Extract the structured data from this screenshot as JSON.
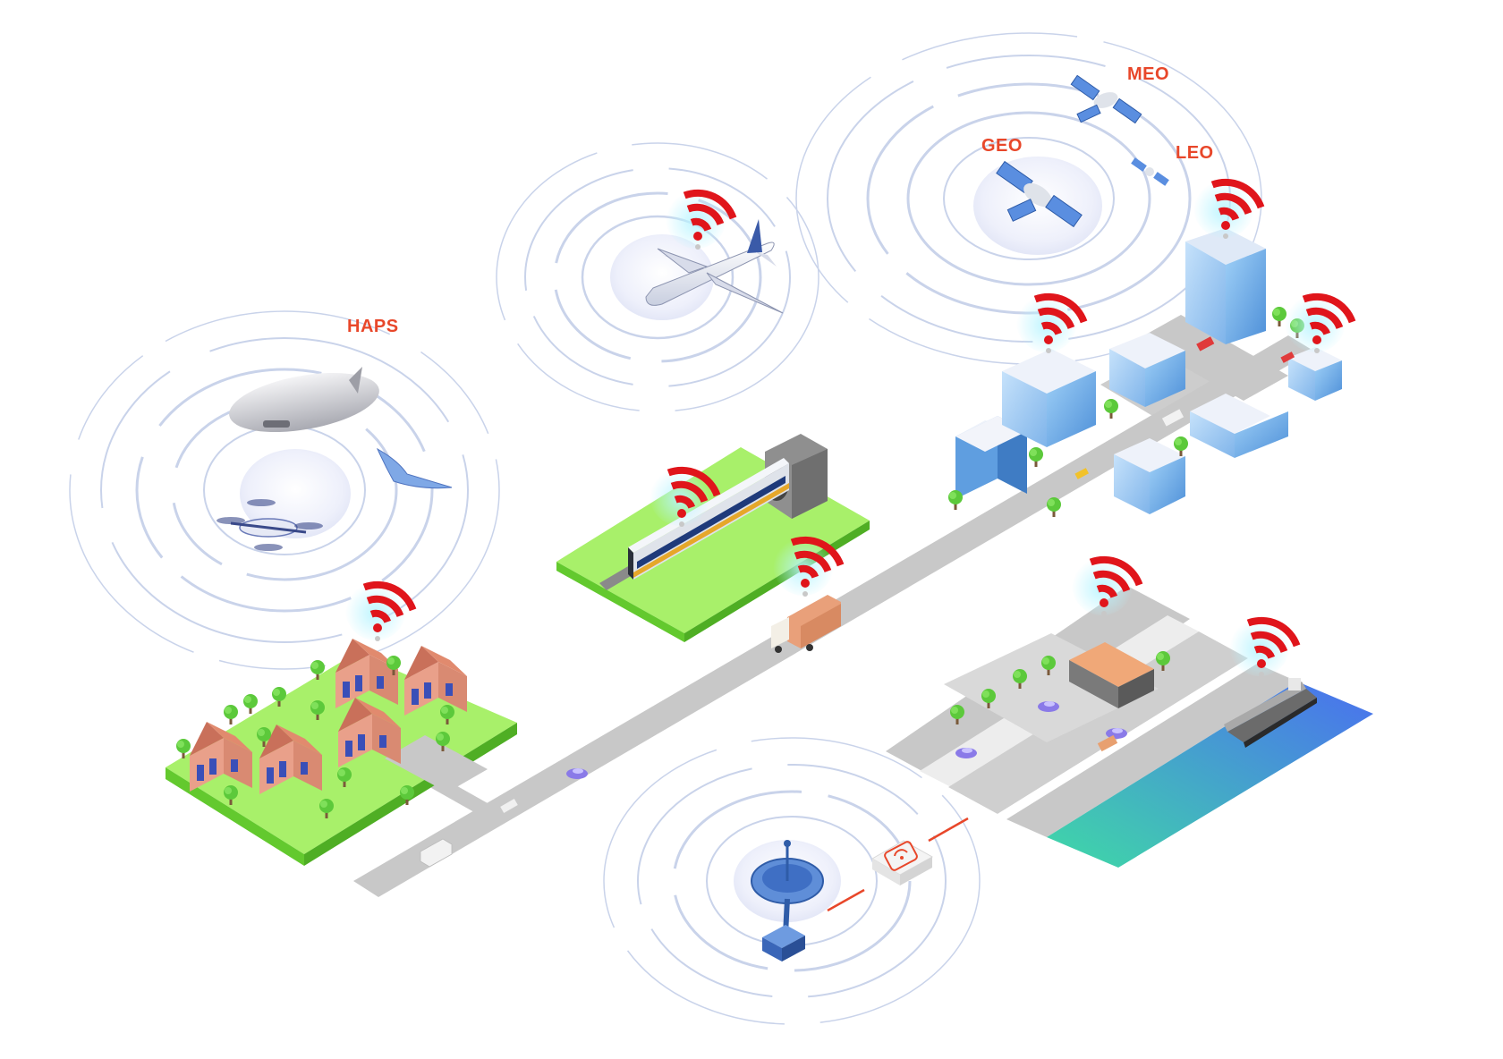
{
  "labels": {
    "haps": "HAPS",
    "meo": "MEO",
    "geo": "GEO",
    "leo": "LEO"
  },
  "colors": {
    "label": "#e8472a",
    "wifi": "#e0151b",
    "ring": "#c9d3ea",
    "grass": "#a8f06a",
    "grass_side": "#63c92e",
    "road": "#c8c8c8",
    "building": "#6aa8e6",
    "ocean_start": "#3fd9a6",
    "ocean_end": "#4a6ff0",
    "link": "#e8472a"
  },
  "icons": [
    "airship-icon",
    "drone-icon",
    "stingray-uav-icon",
    "airplane-icon",
    "satellite-icon",
    "train-icon",
    "tunnel-icon",
    "truck-icon",
    "house-icon",
    "office-building-icon",
    "cargo-ship-icon",
    "satellite-dish-icon",
    "wifi-router-icon",
    "wifi-signal-icon"
  ]
}
